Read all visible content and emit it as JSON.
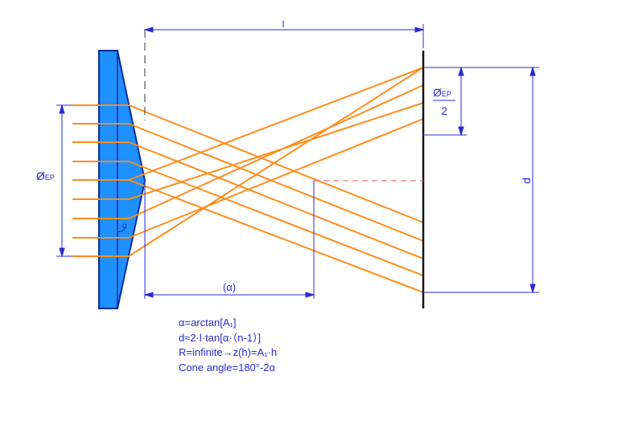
{
  "labels": {
    "top_distance": "l",
    "entrance_pupil": "Ø",
    "entrance_pupil_sub": "EP",
    "half_pupil_num": "Ø",
    "half_pupil_sub": "EP",
    "half_pupil_den": "2",
    "alpha_angle": "α",
    "alpha_distance": "(α)",
    "spot_distance": "d"
  },
  "formulas": [
    "α=arctan[A₁]",
    "d≈2·l·tan[α·（n-1）]",
    "R=infinite→z(h)=A₁·h",
    "Cone angle=180°-2α"
  ],
  "colors": {
    "lens_fill": "#1e90ff",
    "lens_stroke": "#0a2a9a",
    "ray": "#ff8c1a",
    "dimension": "#2a2ad6",
    "axis_dashed": "#e05050",
    "screen": "#111111"
  }
}
